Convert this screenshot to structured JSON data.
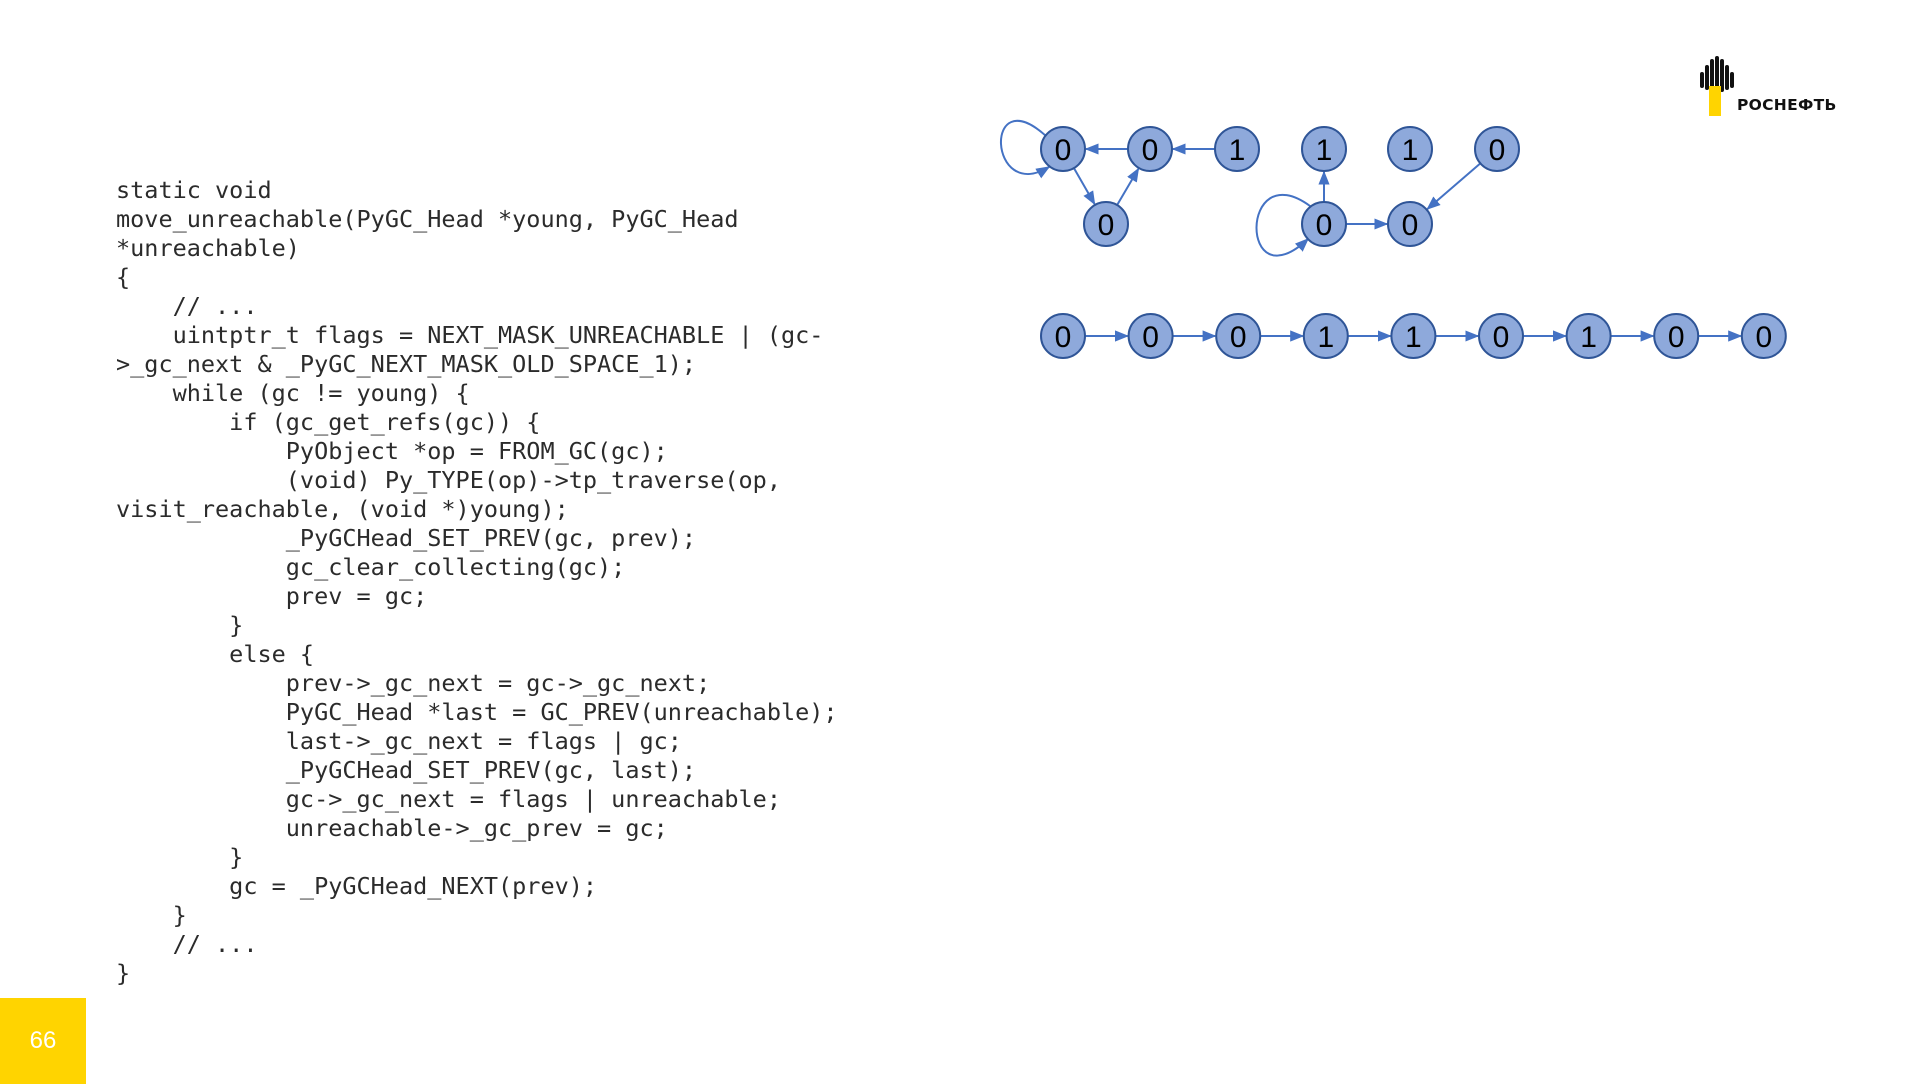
{
  "code_lines": [
    "static void",
    "move_unreachable(PyGC_Head *young, PyGC_Head",
    "*unreachable)",
    "{",
    "    // ...",
    "    uintptr_t flags = NEXT_MASK_UNREACHABLE | (gc-",
    ">_gc_next & _PyGC_NEXT_MASK_OLD_SPACE_1);",
    "    while (gc != young) {",
    "        if (gc_get_refs(gc)) {",
    "            PyObject *op = FROM_GC(gc);",
    "            (void) Py_TYPE(op)->tp_traverse(op,",
    "visit_reachable, (void *)young);",
    "            _PyGCHead_SET_PREV(gc, prev);",
    "            gc_clear_collecting(gc);",
    "            prev = gc;",
    "        }",
    "        else {",
    "            prev->_gc_next = gc->_gc_next;",
    "            PyGC_Head *last = GC_PREV(unreachable);",
    "            last->_gc_next = flags | gc;",
    "            _PyGCHead_SET_PREV(gc, last);",
    "            gc->_gc_next = flags | unreachable;",
    "            unreachable->_gc_prev = gc;",
    "        }",
    "        gc = _PyGCHead_NEXT(prev);",
    "    }",
    "    // ...",
    "}"
  ],
  "graph": {
    "nodes": [
      {
        "id": "a",
        "label": "0"
      },
      {
        "id": "b",
        "label": "0"
      },
      {
        "id": "c",
        "label": "1"
      },
      {
        "id": "d",
        "label": "0"
      },
      {
        "id": "e",
        "label": "1"
      },
      {
        "id": "f",
        "label": "1"
      },
      {
        "id": "g",
        "label": "0"
      },
      {
        "id": "h",
        "label": "0"
      },
      {
        "id": "i",
        "label": "0"
      }
    ],
    "edges": [
      {
        "from": "c",
        "to": "b"
      },
      {
        "from": "b",
        "to": "a"
      },
      {
        "from": "a",
        "to": "d"
      },
      {
        "from": "d",
        "to": "b"
      },
      {
        "from": "a",
        "to": "a"
      },
      {
        "from": "h",
        "to": "e"
      },
      {
        "from": "h",
        "to": "i"
      },
      {
        "from": "g",
        "to": "i"
      },
      {
        "from": "h",
        "to": "h"
      }
    ]
  },
  "list": {
    "labels": [
      "0",
      "0",
      "0",
      "1",
      "1",
      "0",
      "1",
      "0",
      "0"
    ]
  },
  "logo": {
    "text": "РОСНЕФТЬ"
  },
  "page_number": "66",
  "colors": {
    "node_fill": "#8EA9DB",
    "node_stroke": "#2F5597",
    "edge": "#4472C4",
    "accent": "#FFD400",
    "logo_black": "#111111"
  }
}
